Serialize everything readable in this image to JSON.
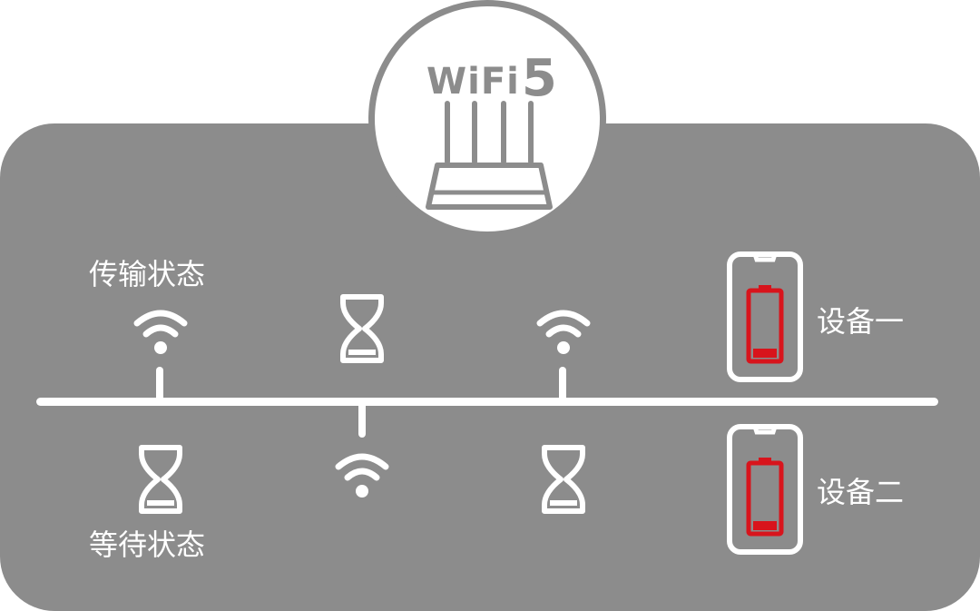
{
  "router": {
    "brand_text": "WiFi",
    "brand_number": "5",
    "icon": "router-icon"
  },
  "labels": {
    "transmit_state": "传输状态",
    "wait_state": "等待状态",
    "device_one": "设备一",
    "device_two": "设备二"
  },
  "top_row": [
    "wifi-icon",
    "hourglass-icon",
    "wifi-icon"
  ],
  "bottom_row": [
    "hourglass-icon",
    "wifi-icon",
    "hourglass-icon"
  ],
  "devices": [
    {
      "icon": "phone-icon",
      "battery": "low-battery-icon"
    },
    {
      "icon": "phone-icon",
      "battery": "low-battery-icon"
    }
  ],
  "colors": {
    "panel": "#8c8c8c",
    "foreground": "#ffffff",
    "battery": "#d8141c"
  }
}
